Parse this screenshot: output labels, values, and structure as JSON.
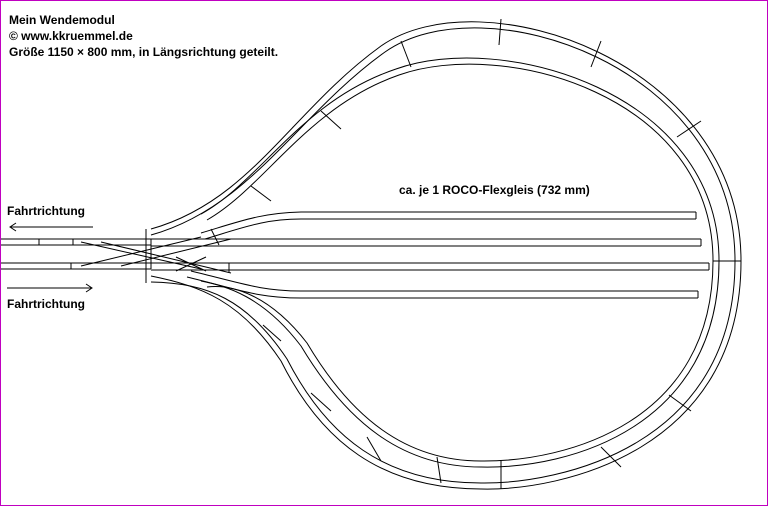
{
  "title": {
    "line1": "Mein Wendemodul",
    "line2": "© www.kkruemmel.de",
    "line3": "Größe 1150 × 800 mm, in Längsrichtung geteilt."
  },
  "labels": {
    "direction_upper": "Fahrtrichtung",
    "direction_lower": "Fahrtrichtung",
    "flexgleis": "ca. je 1 ROCO-Flexgleis (732 mm)"
  },
  "colors": {
    "track": "#000000",
    "frame": "#c000c0",
    "background": "#ffffff"
  }
}
